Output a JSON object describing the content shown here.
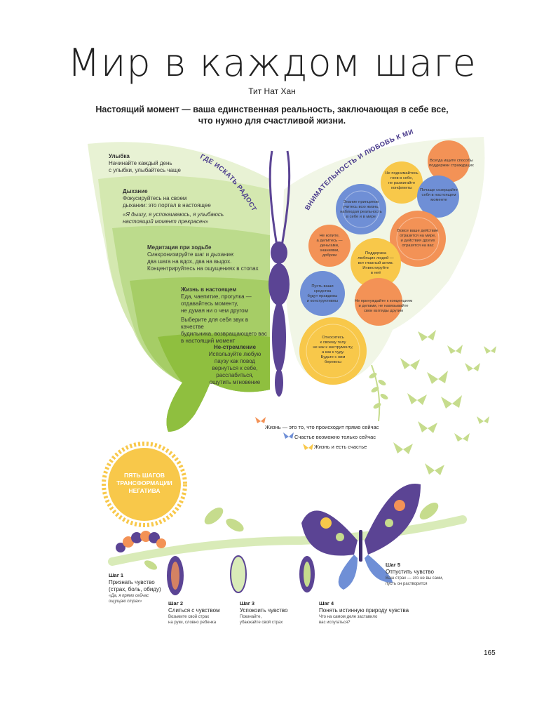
{
  "title": "Мир в каждом шаге",
  "author": "Тит Нат Хан",
  "subtitle_line1": "Настоящий момент — ваша единственная реальность, заключающая в себе все,",
  "subtitle_line2": "что нужно для счастливой жизни.",
  "left_arc": "ГДЕ ИСКАТЬ РАДОСТЬ",
  "right_arc": "ВНИМАТЕЛЬНОСТЬ И ЛЮБОВЬ К МИРУ",
  "left_wing": {
    "s1_title": "Улыбка",
    "s1_l1": "Начинайте каждый день",
    "s1_l2": "с улыбки, улыбайтесь чаще",
    "s2_title": "Дыхание",
    "s2_l1": "Фокусируйтесь на своем",
    "s2_l2": "дыхании: это портал в настоящее",
    "s2_q1": "«Я дышу, я успокаиваюсь, я улыбаюсь",
    "s2_q2": "настоящий момент прекрасен»",
    "s3_title": "Медитация при ходьбе",
    "s3_l1": "Синхронизируйте шаг и дыхание:",
    "s3_l2": "два шага на вдох, два на выдох.",
    "s3_l3": "Концентрируйтесь на ощущениях в стопах",
    "s4_title": "Жизнь в настоящем",
    "s4_l1": "Еда, чаепитие, прогулка —",
    "s4_l2": "отдавайтесь моменту,",
    "s4_l3": "не думая ни о чем другом",
    "s4_l4": "Выберите для себя звук в качестве",
    "s4_l5": "будильника, возвращающего вас",
    "s4_l6": "в настоящий момент",
    "s5_title": "Не-стремление",
    "s5_l1": "Используйте любую",
    "s5_l2": "паузу как повод",
    "s5_l3": "вернуться к себе,",
    "s5_l4": "расслабиться,",
    "s5_l5": "ощутить мгновение"
  },
  "flowers": {
    "f1": [
      "Всегда ищите способы",
      "поддержки страждущих"
    ],
    "f2": [
      "Не поднимайтесь",
      "гнев в себе,",
      "не разжигайте",
      "конфликты"
    ],
    "f3": [
      "Почаще созерцайте",
      "себя в настоящем",
      "моменте"
    ],
    "f4": [
      "Знание принципов",
      "учитесь всю жизнь,",
      "наблюдая реальность",
      "в себе и в мире"
    ],
    "f5": [
      "Вовсе ваше действие",
      "отразится на мире,",
      "и действия других",
      "отразятся на вас"
    ],
    "f6": [
      "Не копите,",
      "а делитесь —",
      "деньгами,",
      "знаниями,",
      "добром"
    ],
    "f7": [
      "Поддержка",
      "любящих людей —",
      "вот главный актив.",
      "Инвестируйте",
      "в неё"
    ],
    "f8": [
      "Пусть ваши",
      "средства",
      "будут правдивы",
      "и конструктивны"
    ],
    "f9": [
      "Не принуждайте к концепциям",
      "и делами, не навязывайте",
      "свои взгляды другим"
    ],
    "f10": [
      "Относитесь",
      "к своему телу",
      "не как к инструменту,",
      "а как к чуду.",
      "Будьте с ним",
      "бережны"
    ]
  },
  "legend": {
    "l1": "Жизнь — это то, что происходит прямо сейчас",
    "l2": "Счастье возможно только сейчас",
    "l3": "Жизнь и есть счастье"
  },
  "sun": {
    "l1": "ПЯТЬ ШАГОВ",
    "l2": "ТРАНСФОРМАЦИИ",
    "l3": "НЕГАТИВА"
  },
  "steps": {
    "s1_title": "Шаг 1",
    "s1_l1": "Признать чувство",
    "s1_l2": "(страх, боль, обиду)",
    "s1_n1": "«Да, я прямо сейчас",
    "s1_n2": "ощущаю страх»",
    "s2_title": "Шаг 2",
    "s2_l1": "Слиться с чувством",
    "s2_n1": "Возьмите свой страх",
    "s2_n2": "на руки, словно ребенка",
    "s3_title": "Шаг 3",
    "s3_l1": "Успокоить чувство",
    "s3_n1": "Покачайте,",
    "s3_n2": "убаюкайте свой страх",
    "s4_title": "Шаг 4",
    "s4_l1": "Понять истинную природу чувства",
    "s4_n1": "Что на самом деле заставило",
    "s4_n2": "вас испугаться?",
    "s5_title": "Шаг 5",
    "s5_l1": "Отпустить чувство",
    "s5_n1": "Ваш страх — это не вы сами,",
    "s5_n2": "пусть он растворится"
  },
  "page_number": "165",
  "colors": {
    "wing_dark": "#8fbf3f",
    "wing_light": "#d9ebb8",
    "body_purple": "#5b4494",
    "orange": "#f39256",
    "yellow": "#f8c84a",
    "blue": "#6f8fd6",
    "leaf": "#c6dc8d",
    "sun": "#f8c84a"
  }
}
